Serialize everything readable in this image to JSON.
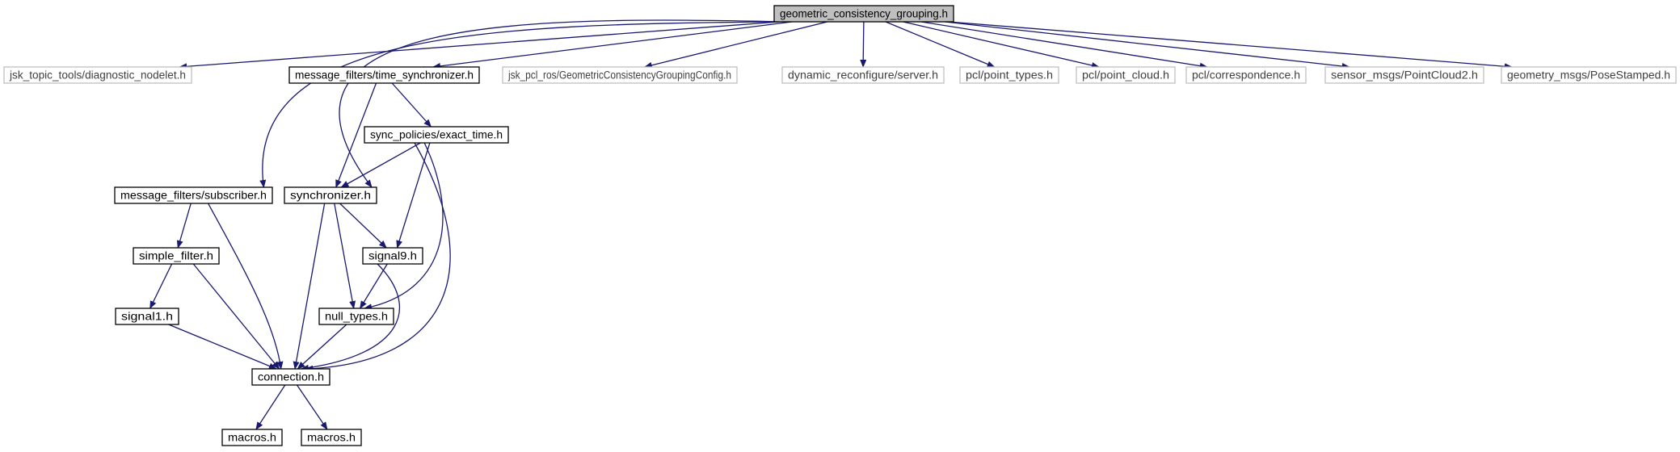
{
  "diagram": {
    "colors": {
      "edge": "#191970",
      "root_fill": "#bfbfbf",
      "internal_border": "#000000",
      "external_border": "#bfbfbf",
      "internal_text": "#000000",
      "external_text": "#3f3f3f",
      "background": "#ffffff"
    },
    "nodes": [
      {
        "id": "root",
        "label": "geometric_consistency_grouping.h",
        "kind": "root"
      },
      {
        "id": "jsk_diag",
        "label": "jsk_topic_tools/diagnostic_nodelet.h",
        "kind": "external"
      },
      {
        "id": "mf_time_sync",
        "label": "message_filters/time_synchronizer.h",
        "kind": "internal"
      },
      {
        "id": "jsk_config",
        "label": "jsk_pcl_ros/GeometricConsistencyGroupingConfig.h",
        "kind": "external"
      },
      {
        "id": "dyn_server",
        "label": "dynamic_reconfigure/server.h",
        "kind": "external"
      },
      {
        "id": "pcl_point_types",
        "label": "pcl/point_types.h",
        "kind": "external"
      },
      {
        "id": "pcl_point_cloud",
        "label": "pcl/point_cloud.h",
        "kind": "external"
      },
      {
        "id": "pcl_corr",
        "label": "pcl/correspondence.h",
        "kind": "external"
      },
      {
        "id": "sensor_pc2",
        "label": "sensor_msgs/PointCloud2.h",
        "kind": "external"
      },
      {
        "id": "geom_pose",
        "label": "geometry_msgs/PoseStamped.h",
        "kind": "external"
      },
      {
        "id": "sync_exact",
        "label": "sync_policies/exact_time.h",
        "kind": "internal"
      },
      {
        "id": "mf_subscriber",
        "label": "message_filters/subscriber.h",
        "kind": "internal"
      },
      {
        "id": "synchronizer",
        "label": "synchronizer.h",
        "kind": "internal"
      },
      {
        "id": "simple_filter",
        "label": "simple_filter.h",
        "kind": "internal"
      },
      {
        "id": "signal9",
        "label": "signal9.h",
        "kind": "internal"
      },
      {
        "id": "signal1",
        "label": "signal1.h",
        "kind": "internal"
      },
      {
        "id": "null_types",
        "label": "null_types.h",
        "kind": "internal"
      },
      {
        "id": "connection",
        "label": "connection.h",
        "kind": "internal"
      },
      {
        "id": "macros_a",
        "label": "macros.h",
        "kind": "internal"
      },
      {
        "id": "macros_b",
        "label": "macros.h",
        "kind": "internal"
      }
    ],
    "edges": [
      {
        "from": "root",
        "to": "jsk_diag"
      },
      {
        "from": "root",
        "to": "mf_time_sync"
      },
      {
        "from": "root",
        "to": "jsk_config"
      },
      {
        "from": "root",
        "to": "dyn_server"
      },
      {
        "from": "root",
        "to": "pcl_point_types"
      },
      {
        "from": "root",
        "to": "pcl_point_cloud"
      },
      {
        "from": "root",
        "to": "pcl_corr"
      },
      {
        "from": "root",
        "to": "sensor_pc2"
      },
      {
        "from": "root",
        "to": "geom_pose"
      },
      {
        "from": "root",
        "to": "mf_subscriber"
      },
      {
        "from": "root",
        "to": "synchronizer"
      },
      {
        "from": "mf_time_sync",
        "to": "synchronizer"
      },
      {
        "from": "mf_time_sync",
        "to": "sync_exact"
      },
      {
        "from": "sync_exact",
        "to": "synchronizer"
      },
      {
        "from": "sync_exact",
        "to": "signal9"
      },
      {
        "from": "sync_exact",
        "to": "null_types"
      },
      {
        "from": "sync_exact",
        "to": "connection"
      },
      {
        "from": "mf_subscriber",
        "to": "simple_filter"
      },
      {
        "from": "mf_subscriber",
        "to": "connection"
      },
      {
        "from": "synchronizer",
        "to": "signal9"
      },
      {
        "from": "synchronizer",
        "to": "null_types"
      },
      {
        "from": "synchronizer",
        "to": "connection"
      },
      {
        "from": "simple_filter",
        "to": "signal1"
      },
      {
        "from": "simple_filter",
        "to": "connection"
      },
      {
        "from": "signal9",
        "to": "null_types"
      },
      {
        "from": "signal9",
        "to": "connection"
      },
      {
        "from": "signal1",
        "to": "connection"
      },
      {
        "from": "null_types",
        "to": "connection"
      },
      {
        "from": "connection",
        "to": "macros_a"
      },
      {
        "from": "connection",
        "to": "macros_b"
      }
    ]
  }
}
